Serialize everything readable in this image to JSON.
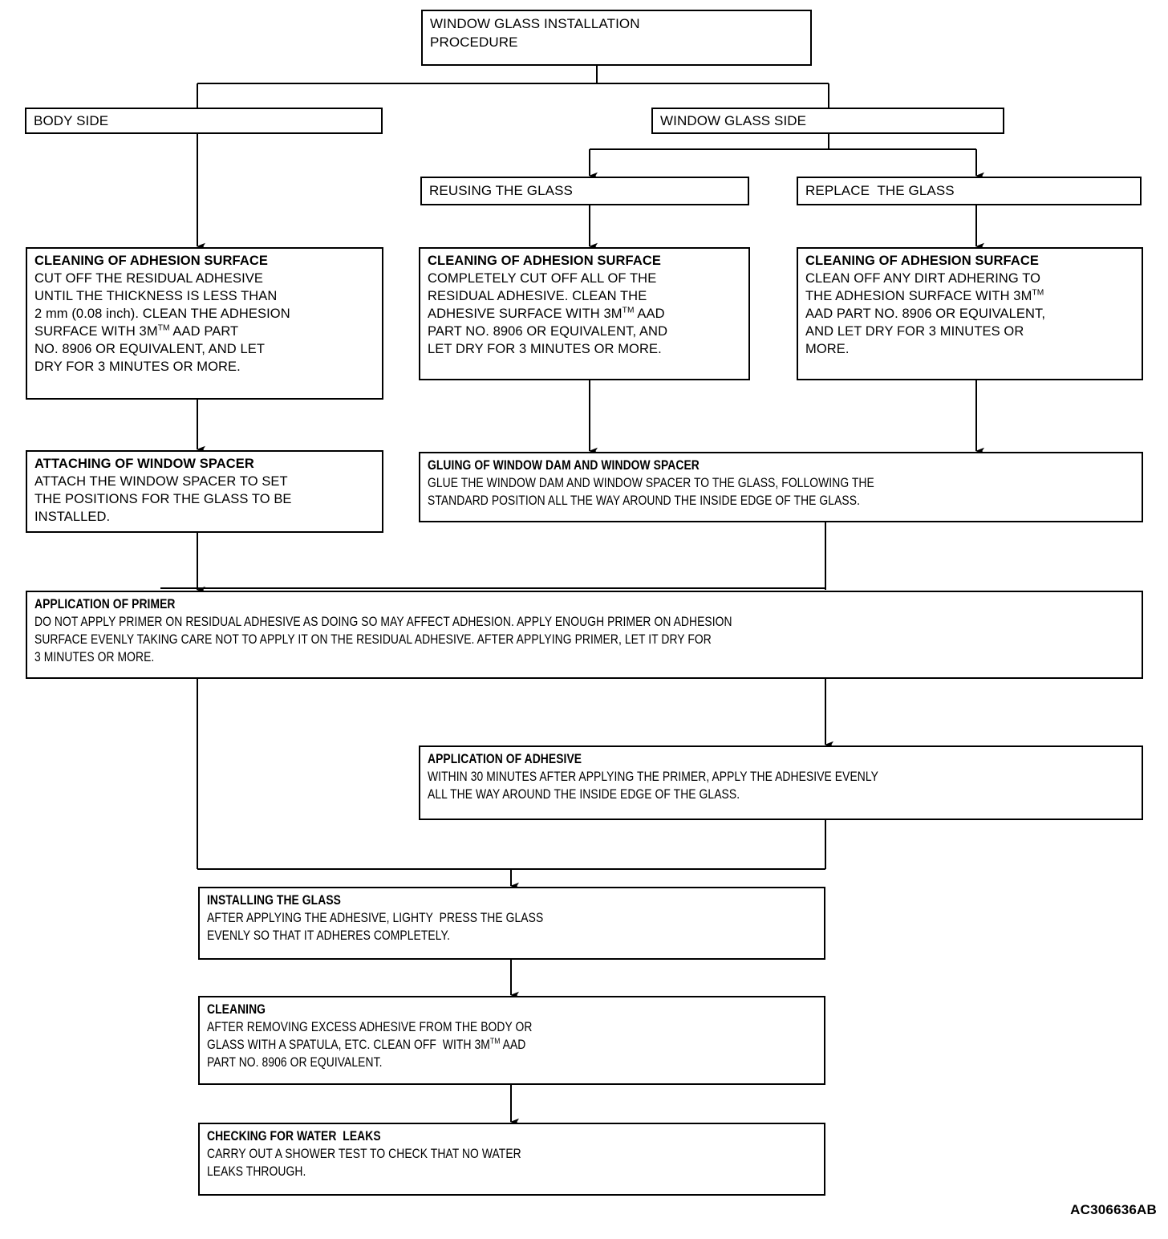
{
  "diagram": {
    "title": "WINDOW GLASS INSTALLATION PROCEDURE",
    "figure_code": "AC306636AB",
    "type": "flowchart"
  },
  "nodes": {
    "root": {
      "line1": "WINDOW GLASS INSTALLATION",
      "line2": "PROCEDURE"
    },
    "body_side": {
      "label": "BODY SIDE"
    },
    "glass_side": {
      "label": "WINDOW GLASS SIDE"
    },
    "reusing": {
      "label": "REUSING THE GLASS"
    },
    "replace": {
      "label": "REPLACE  THE GLASS"
    },
    "clean_body": {
      "heading": "CLEANING OF ADHESION SURFACE",
      "body": "CUT OFF THE RESIDUAL ADHESIVE\nUNTIL THE THICKNESS IS LESS THAN\n2 mm (0.08 inch). CLEAN THE ADHESION\nSURFACE WITH 3M™ AAD PART\nNO. 8906 OR EQUIVALENT, AND LET\nDRY FOR 3 MINUTES OR MORE."
    },
    "clean_reuse": {
      "heading": "CLEANING OF ADHESION SURFACE",
      "body": "COMPLETELY CUT OFF ALL OF THE\nRESIDUAL ADHESIVE. CLEAN THE\nADHESIVE SURFACE WITH 3M™ AAD\nPART NO. 8906 OR EQUIVALENT, AND\nLET DRY FOR 3 MINUTES OR MORE."
    },
    "clean_replace": {
      "heading": "CLEANING OF ADHESION SURFACE",
      "body": "CLEAN OFF ANY DIRT ADHERING TO\nTHE ADHESION SURFACE WITH 3M™\nAAD PART NO. 8906 OR EQUIVALENT,\nAND LET DRY FOR 3 MINUTES OR\nMORE."
    },
    "attach_spacer": {
      "heading": "ATTACHING OF WINDOW SPACER",
      "body": "ATTACH THE WINDOW SPACER TO SET\nTHE POSITIONS FOR THE GLASS TO BE\nINSTALLED."
    },
    "gluing": {
      "heading": "GLUING OF WINDOW DAM AND WINDOW SPACER",
      "body": "GLUE THE WINDOW DAM AND WINDOW SPACER TO THE GLASS, FOLLOWING THE\nSTANDARD POSITION ALL THE WAY AROUND THE INSIDE EDGE OF THE GLASS."
    },
    "primer": {
      "heading": "APPLICATION OF PRIMER",
      "body": "DO NOT APPLY PRIMER ON RESIDUAL ADHESIVE AS DOING SO MAY AFFECT ADHESION. APPLY ENOUGH PRIMER ON ADHESION\nSURFACE EVENLY TAKING CARE NOT TO APPLY IT ON THE RESIDUAL ADHESIVE. AFTER APPLYING PRIMER, LET IT DRY FOR\n3 MINUTES OR MORE."
    },
    "adhesive": {
      "heading": "APPLICATION OF ADHESIVE",
      "body": "WITHIN 30 MINUTES AFTER APPLYING THE PRIMER, APPLY THE ADHESIVE EVENLY\nALL THE WAY AROUND THE INSIDE EDGE OF THE GLASS."
    },
    "installing": {
      "heading": "INSTALLING THE GLASS",
      "body": "AFTER APPLYING THE ADHESIVE, LIGHTY  PRESS THE GLASS\nEVENLY SO THAT IT ADHERES COMPLETELY."
    },
    "cleaning": {
      "heading": "CLEANING",
      "body": "AFTER REMOVING EXCESS ADHESIVE FROM THE BODY OR\nGLASS WITH A SPATULA, ETC. CLEAN OFF  WITH 3M™ AAD\nPART NO. 8906 OR EQUIVALENT."
    },
    "water_leaks": {
      "heading": "CHECKING FOR WATER  LEAKS",
      "body": "CARRY OUT A SHOWER TEST TO CHECK THAT NO WATER\nLEAKS THROUGH."
    }
  },
  "edges": [
    {
      "from": "root",
      "to": "body_side"
    },
    {
      "from": "root",
      "to": "glass_side"
    },
    {
      "from": "glass_side",
      "to": "reusing"
    },
    {
      "from": "glass_side",
      "to": "replace"
    },
    {
      "from": "body_side",
      "to": "clean_body"
    },
    {
      "from": "reusing",
      "to": "clean_reuse"
    },
    {
      "from": "replace",
      "to": "clean_replace"
    },
    {
      "from": "clean_body",
      "to": "attach_spacer"
    },
    {
      "from": "clean_reuse",
      "to": "gluing"
    },
    {
      "from": "clean_replace",
      "to": "gluing"
    },
    {
      "from": "attach_spacer",
      "to": "primer"
    },
    {
      "from": "primer",
      "to": "adhesive"
    },
    {
      "from": "primer",
      "to": "installing"
    },
    {
      "from": "adhesive",
      "to": "installing"
    },
    {
      "from": "installing",
      "to": "cleaning"
    },
    {
      "from": "cleaning",
      "to": "water_leaks"
    }
  ],
  "colors": {
    "line": "#000000",
    "box_fill": "#ffffff",
    "text": "#000000"
  }
}
